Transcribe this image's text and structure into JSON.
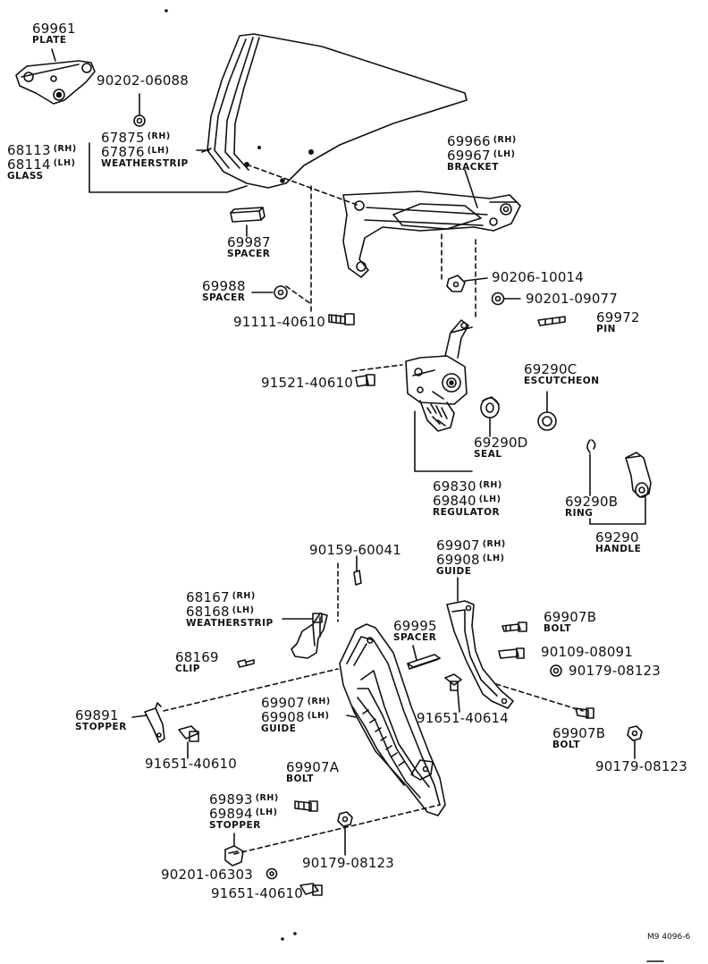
{
  "plate": {
    "part": "69961",
    "name": "PLATE"
  },
  "plate_bolt": {
    "part": "90202-06088"
  },
  "weatherstrip_upper": {
    "rh": "67875",
    "lh": "67876",
    "rh_tag": "(RH)",
    "lh_tag": "(LH)",
    "name": "WEATHERSTRIP"
  },
  "glass": {
    "rh": "68113",
    "lh": "68114",
    "rh_tag": "(RH)",
    "lh_tag": "(LH)",
    "name": "GLASS"
  },
  "bracket": {
    "rh": "69966",
    "lh": "69967",
    "rh_tag": "(RH)",
    "lh_tag": "(LH)",
    "name": "BRACKET"
  },
  "spacer_glass": {
    "part": "69987",
    "name": "SPACER"
  },
  "spacer_small": {
    "part": "69988",
    "name": "SPACER"
  },
  "bolt_glass": {
    "part": "91111-40610"
  },
  "bracket_washer": {
    "part": "90206-10014"
  },
  "bracket_nut": {
    "part": "90201-09077"
  },
  "pin": {
    "part": "69972",
    "name": "PIN"
  },
  "regulator_bolt": {
    "part": "91521-40610"
  },
  "escutcheon": {
    "part": "69290C",
    "name": "ESCUTCHEON"
  },
  "seal": {
    "part": "69290D",
    "name": "SEAL"
  },
  "regulator": {
    "rh": "69830",
    "lh": "69840",
    "rh_tag": "(RH)",
    "lh_tag": "(LH)",
    "name": "REGULATOR"
  },
  "ring": {
    "part": "69290B",
    "name": "RING"
  },
  "handle": {
    "part": "69290",
    "name": "HANDLE"
  },
  "screw_ws": {
    "part": "90159-60041"
  },
  "guide_rear": {
    "rh": "69907",
    "lh": "69908",
    "rh_tag": "(RH)",
    "lh_tag": "(LH)",
    "name": "GUIDE"
  },
  "weatherstrip_lower": {
    "rh": "68167",
    "lh": "68168",
    "rh_tag": "(RH)",
    "lh_tag": "(LH)",
    "name": "WEATHERSTRIP"
  },
  "spacer_guide": {
    "part": "69995",
    "name": "SPACER"
  },
  "bolt_b1": {
    "part": "69907B",
    "name": "BOLT"
  },
  "bolt_90109": {
    "part": "90109-08091"
  },
  "nut_1": {
    "part": "90179-08123"
  },
  "clip": {
    "part": "68169",
    "name": "CLIP"
  },
  "guide_front": {
    "rh": "69907",
    "lh": "69908",
    "rh_tag": "(RH)",
    "lh_tag": "(LH)",
    "name": "GUIDE"
  },
  "stopper_upper": {
    "part": "69891",
    "name": "STOPPER"
  },
  "bolt_guide_mid": {
    "part": "91651-40614"
  },
  "bolt_b2": {
    "part": "69907B",
    "name": "BOLT"
  },
  "bolt_stopper": {
    "part": "91651-40610"
  },
  "nut_2": {
    "part": "90179-08123"
  },
  "bolt_a": {
    "part": "69907A",
    "name": "BOLT"
  },
  "stopper_lower": {
    "rh": "69893",
    "lh": "69894",
    "rh_tag": "(RH)",
    "lh_tag": "(LH)",
    "name": "STOPPER"
  },
  "nut_3": {
    "part": "90179-08123"
  },
  "nut_lower": {
    "part": "90201-06303"
  },
  "bolt_lower": {
    "part": "91651-40610"
  },
  "footer": {
    "code": "M9  4096-6"
  }
}
